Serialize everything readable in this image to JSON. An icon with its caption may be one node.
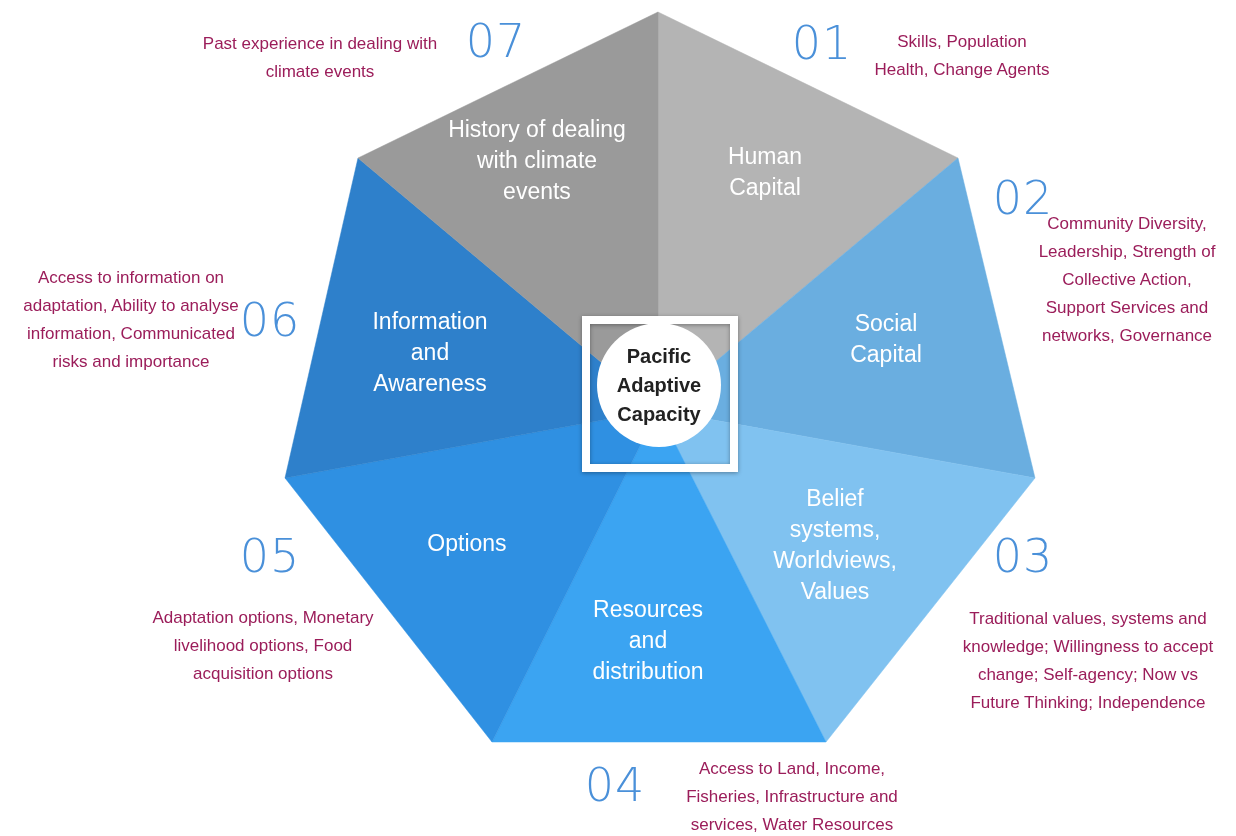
{
  "diagram": {
    "nodes": [
      {
        "text": [
          "Human Capital"
        ],
        "beside": [
          "01",
          "Skills, Population Health, Change Agents"
        ]
      },
      {
        "text": [
          "Social Capital"
        ],
        "beside": [
          "02",
          "Community Diversity, Leadership, Strength of Collective Action, Support Services and networks, Governance"
        ]
      },
      {
        "text": [
          "Belief systems, Worldviews, Values"
        ],
        "beside": [
          "03",
          "Traditional values, systems and knowledge; Willingness to accept change; Self-agency; Now vs Future Thinking; Independence"
        ]
      },
      {
        "text": [
          "Resources and distribution"
        ],
        "beside": [
          "04",
          "Access to Land, Income, Fisheries, Infrastructure and services, Water Resources"
        ]
      },
      {
        "text": [
          "Options"
        ],
        "beside": [
          "05",
          "Adaptation options, Monetary livelihood options, Food acquisition options"
        ]
      },
      {
        "text": [
          "Information and Awareness"
        ],
        "beside": [
          "06",
          "Access to information on adaptation, Ability to analyse information, Communicated risks and importance"
        ]
      },
      {
        "text": [
          "History of dealing with climate events"
        ],
        "beside": [
          "07",
          "Past experience in dealing with climate events"
        ]
      },
      {
        "text": [
          "Pacific Adaptive Capacity"
        ]
      }
    ]
  }
}
